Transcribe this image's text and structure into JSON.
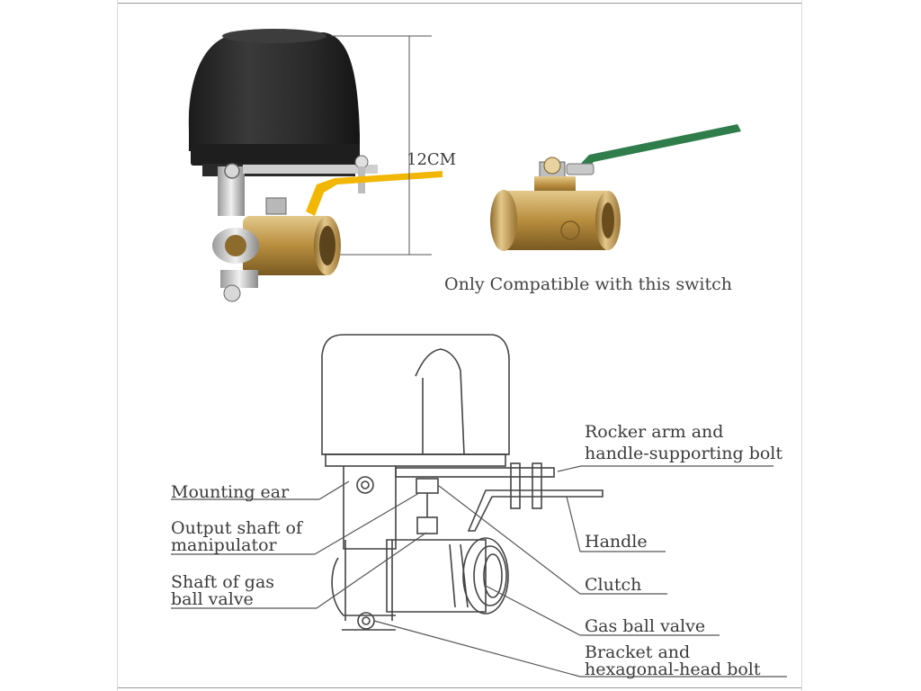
{
  "photo": {
    "dimension_label": "12CM",
    "caption": "Only Compatible with this switch"
  },
  "diagram": {
    "labels": {
      "rocker_arm_line1": "Rocker arm and",
      "rocker_arm_line2": "handle-supporting bolt",
      "mounting_ear": "Mounting ear",
      "output_shaft_line1": "Output shaft of",
      "output_shaft_line2": "manipulator",
      "handle": "Handle",
      "shaft_gas_line1": "Shaft of gas",
      "shaft_gas_line2": "ball valve",
      "clutch": "Clutch",
      "gas_ball_valve": "Gas ball valve",
      "bracket_line1": "Bracket and",
      "bracket_line2": "hexagonal-head bolt"
    }
  },
  "colors": {
    "actuator_body": "#2b2b2b",
    "brass": "#c9a45a",
    "yellow_handle": "#f2b705",
    "green_handle": "#2f7d4a",
    "line": "#444444"
  }
}
